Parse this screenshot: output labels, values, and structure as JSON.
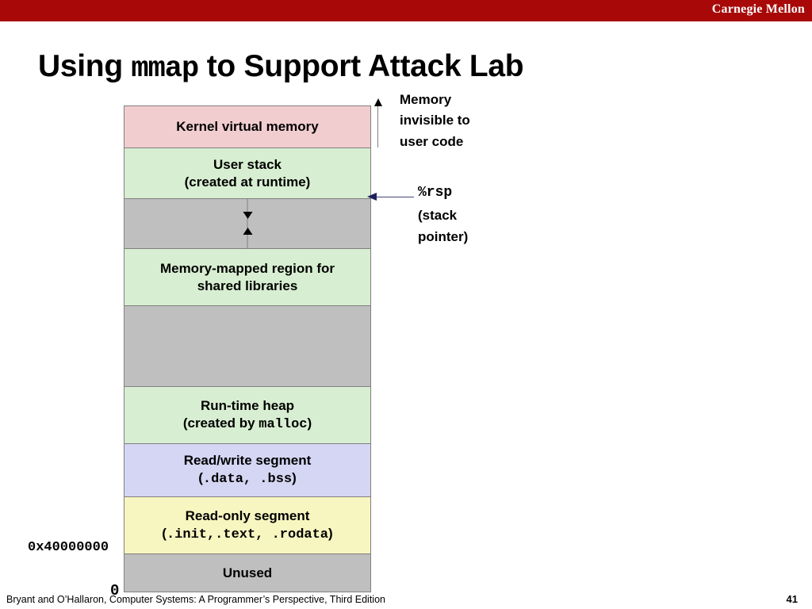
{
  "header": {
    "brand": "Carnegie Mellon",
    "band_color": "#a80808"
  },
  "title": {
    "part1": "Using ",
    "mono": "mmap",
    "part2": " to Support Attack Lab",
    "full": "Using mmap to Support Attack Lab"
  },
  "diagram": {
    "name": "process-virtual-address-space",
    "blocks": [
      {
        "id": "kernel-virtual-memory",
        "lines": [
          "Kernel virtual memory"
        ],
        "mono_lines": [],
        "color": "#f2cdd0",
        "height": 53
      },
      {
        "id": "user-stack",
        "lines": [
          "User stack",
          "(created at runtime)"
        ],
        "mono_lines": [],
        "color": "#d8eed2",
        "height": 64
      },
      {
        "id": "stack-growth-gap",
        "lines": [],
        "mono_lines": [],
        "color": "#bfbfbf",
        "height": 63
      },
      {
        "id": "memory-mapped-region",
        "lines": [
          "Memory-mapped region for",
          "shared libraries"
        ],
        "mono_lines": [],
        "color": "#d8eed2",
        "height": 72
      },
      {
        "id": "unmapped-gap",
        "lines": [],
        "mono_lines": [],
        "color": "#bfbfbf",
        "height": 102
      },
      {
        "id": "run-time-heap",
        "lines": [
          "Run-time heap",
          "(created by malloc)"
        ],
        "mono_lines": [
          "malloc"
        ],
        "color": "#d8eed2",
        "height": 72
      },
      {
        "id": "read-write-segment",
        "lines": [
          "Read/write segment",
          "(.data, .bss)"
        ],
        "mono_lines": [
          ".data, .bss"
        ],
        "color": "#d5d5f4",
        "height": 67
      },
      {
        "id": "read-only-segment",
        "lines": [
          "Read-only segment",
          "(.init,.text, .rodata)"
        ],
        "mono_lines": [
          ".init,.text, .rodata"
        ],
        "color": "#f7f5c0",
        "height": 72
      },
      {
        "id": "unused",
        "lines": [
          "Unused"
        ],
        "mono_lines": [],
        "color": "#bfbfbf",
        "height": 47
      }
    ],
    "block_text": {
      "kernel": "Kernel virtual memory",
      "user_stack_l1": "User stack",
      "user_stack_l2": "(created at runtime)",
      "mmap_l1": "Memory-mapped region for",
      "mmap_l2": "shared libraries",
      "heap_l1": "Run-time heap",
      "heap_l2_pre": "(created by ",
      "heap_l2_mono": "malloc",
      "heap_l2_post": ")",
      "rw_l1": "Read/write segment",
      "rw_l2_pre": "(",
      "rw_l2_mono": ".data, .bss",
      "rw_l2_post": ")",
      "ro_l1": "Read-only segment",
      "ro_l2_pre": "(",
      "ro_l2_mono": ".init,.text, .rodata",
      "ro_l2_post": ")",
      "unused": "Unused"
    }
  },
  "annotations": {
    "kernel_note": "Memory invisible to user code",
    "kernel_note_l1": "Memory",
    "kernel_note_l2": "invisible to",
    "kernel_note_l3": "user code",
    "rsp_mono": "%rsp",
    "rsp_l2": "(stack",
    "rsp_l3": "pointer)",
    "addr_high": "0x40000000",
    "addr_zero": "0"
  },
  "footer": {
    "citation": "Bryant and O’Hallaron, Computer Systems: A Programmer’s Perspective, Third Edition",
    "page": "41"
  }
}
